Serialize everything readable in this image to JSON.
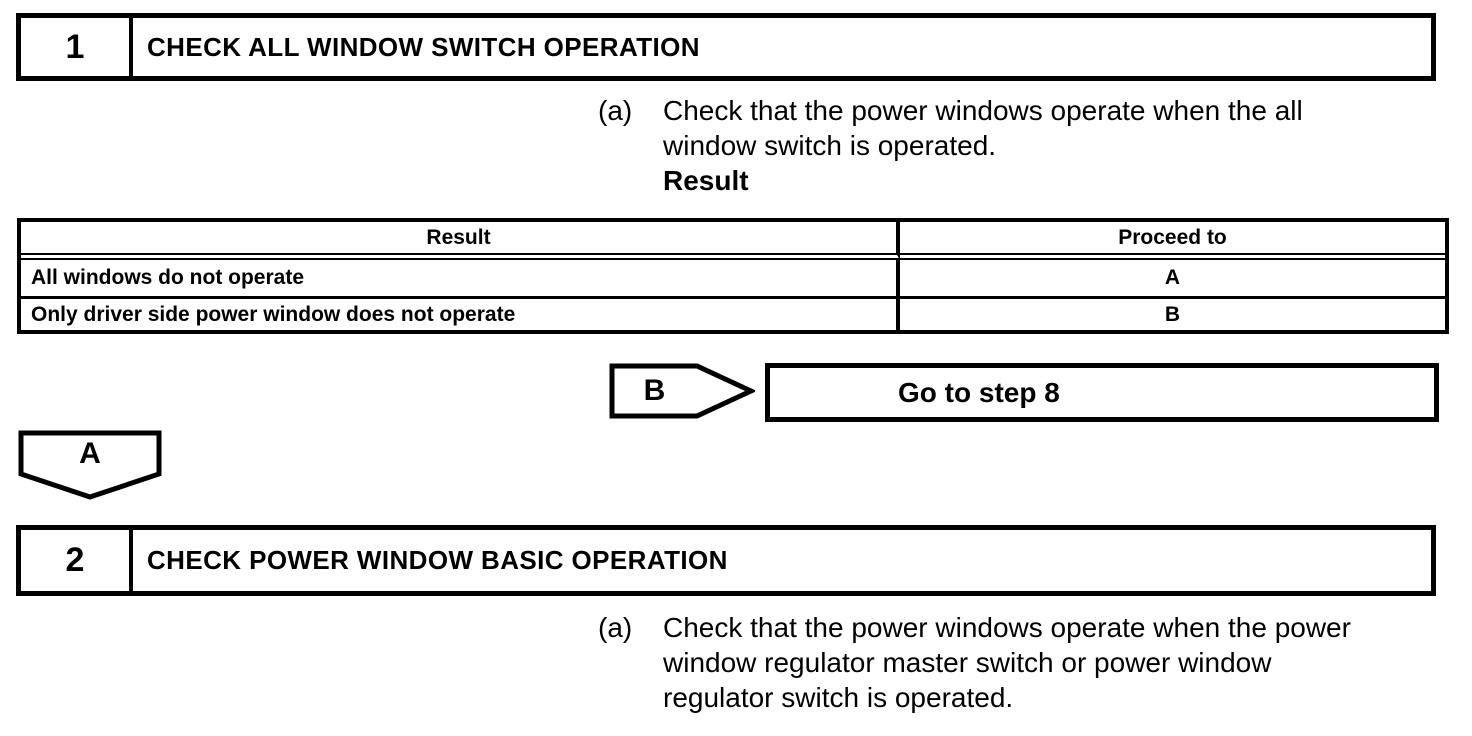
{
  "colors": {
    "ink": "#000000",
    "paper": "#ffffff"
  },
  "step1": {
    "number": "1",
    "title": "CHECK ALL WINDOW SWITCH OPERATION",
    "item_label": "(a)",
    "item_lines": [
      "Check that the power windows operate when the all",
      "window switch is operated."
    ],
    "result_heading": "Result"
  },
  "result_table": {
    "col1_header": "Result",
    "col2_header": "Proceed to",
    "rows": [
      {
        "result": "All windows do not operate",
        "proceed_to": "A"
      },
      {
        "result": "Only driver side power window does not operate",
        "proceed_to": "B"
      }
    ]
  },
  "flow": {
    "connector_b_label": "B",
    "goto_action": "Go to step 8",
    "connector_a_label": "A"
  },
  "step2": {
    "number": "2",
    "title": "CHECK POWER WINDOW BASIC OPERATION",
    "item_label": "(a)",
    "item_lines": [
      "Check that the power windows operate when the power",
      "window regulator master switch or power window",
      "regulator switch is operated."
    ]
  }
}
